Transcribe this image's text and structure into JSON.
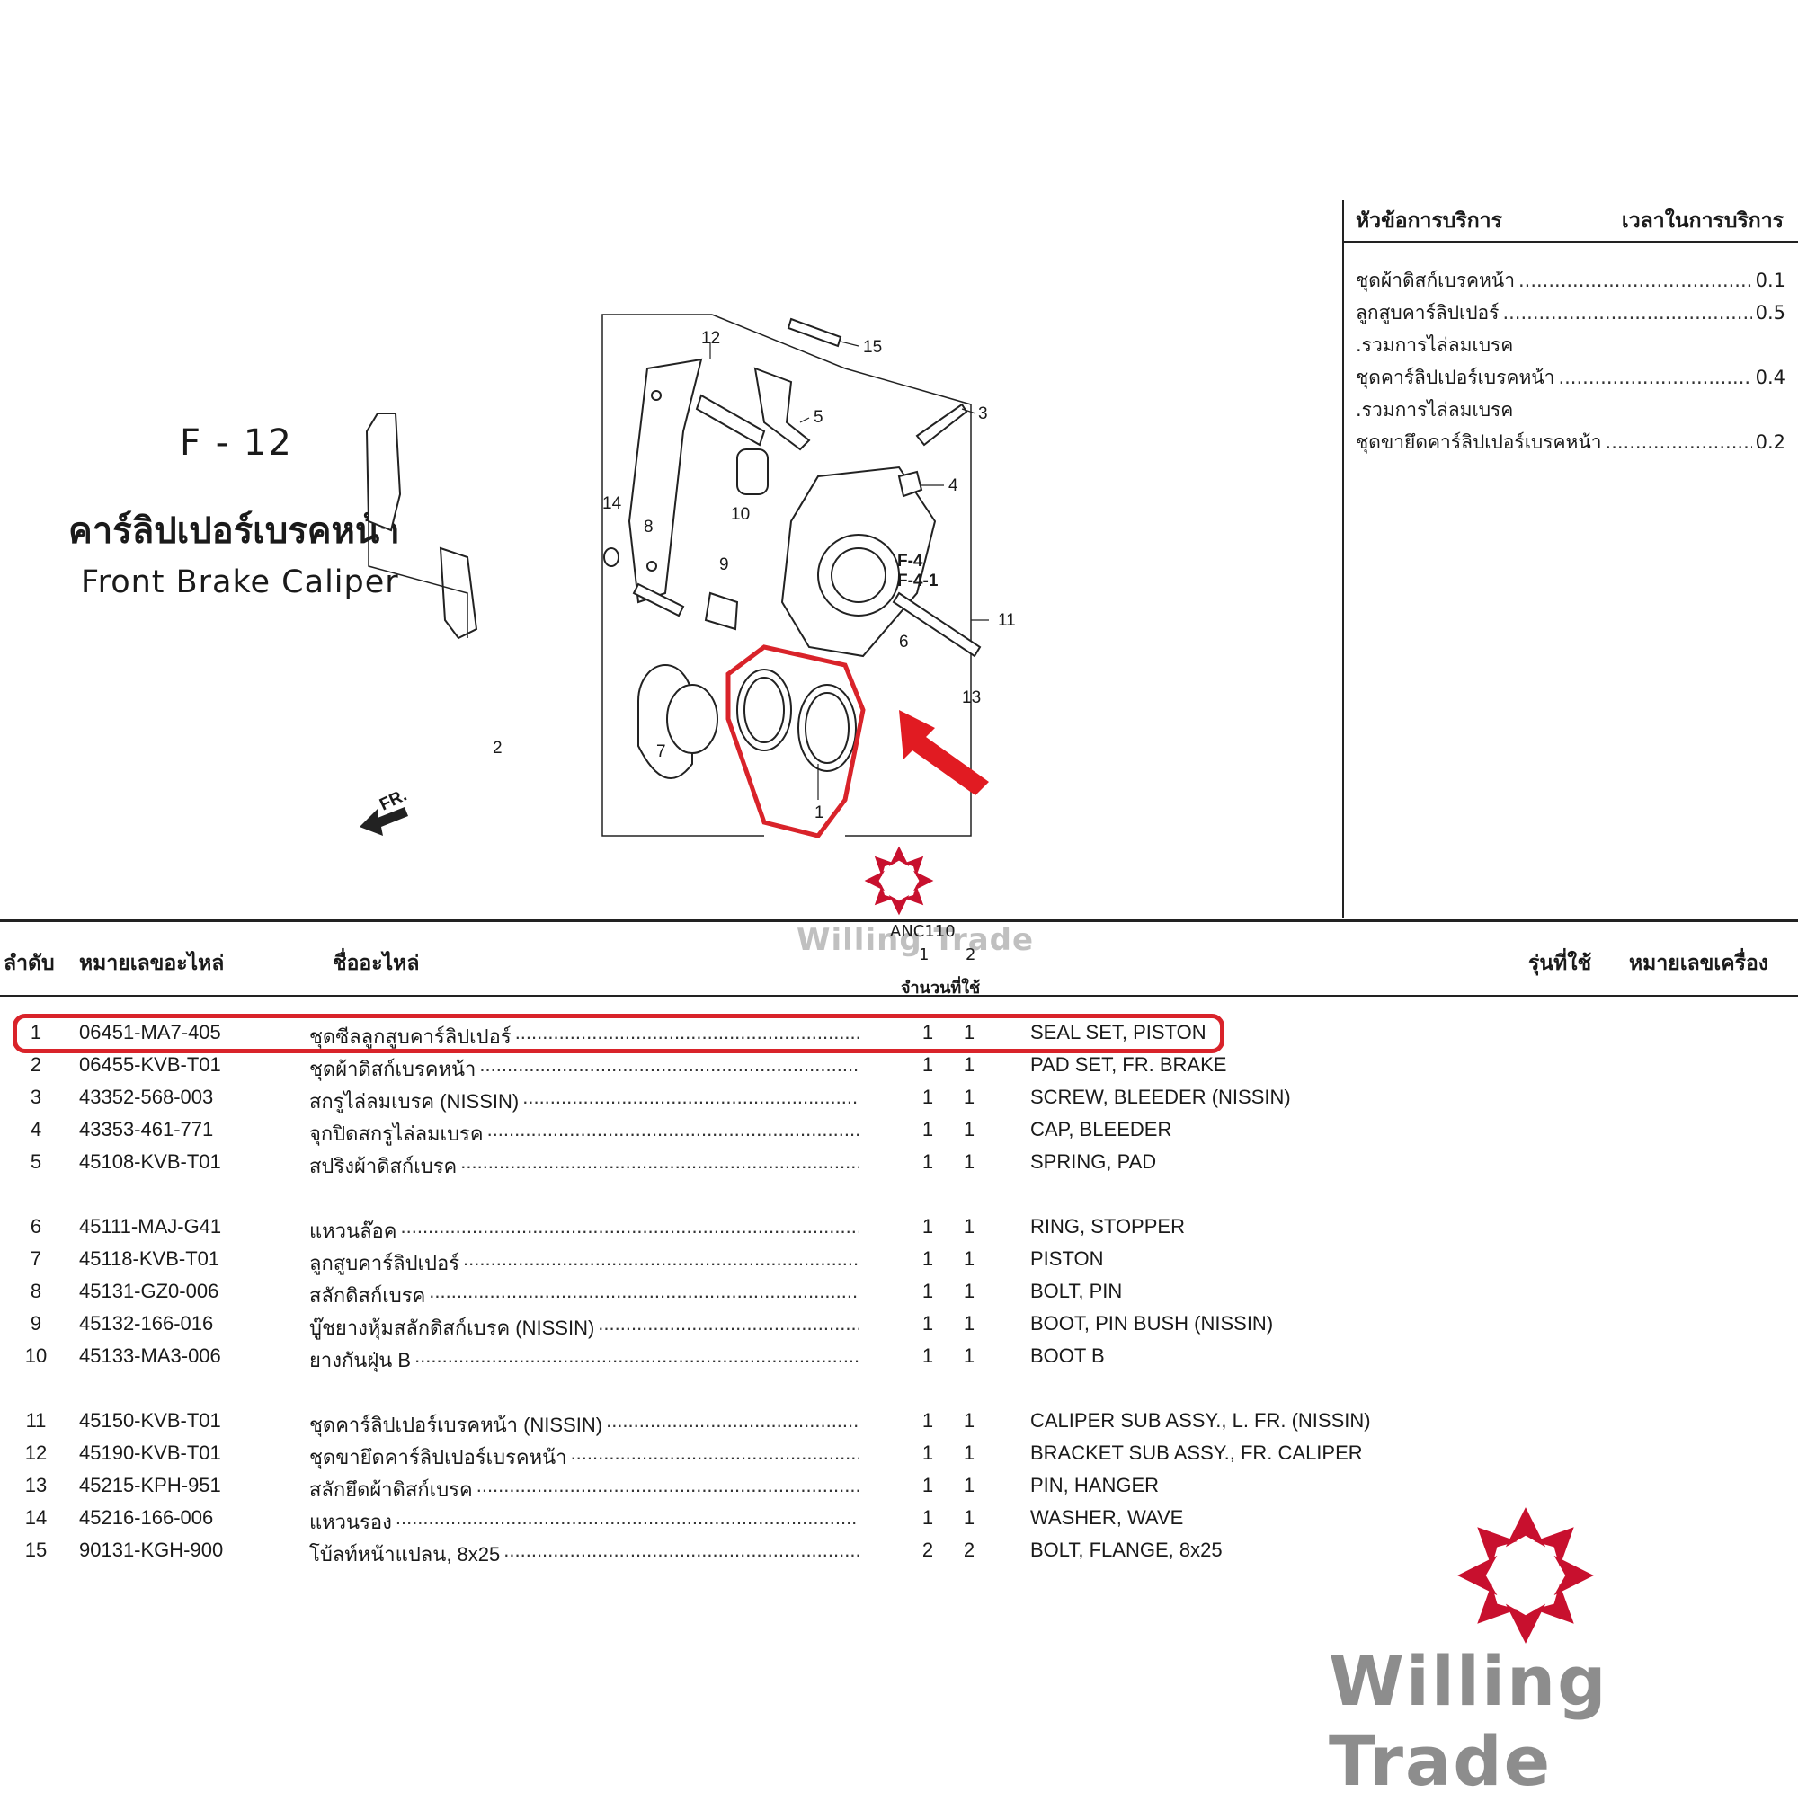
{
  "title": {
    "section_code": "F - 12",
    "name_th": "คาร์ลิปเปอร์เบรคหน้า",
    "name_en": "Front Brake Caliper"
  },
  "diagram": {
    "labels": [
      "1",
      "2",
      "3",
      "4",
      "5",
      "6",
      "7",
      "8",
      "9",
      "10",
      "11",
      "12",
      "13",
      "14",
      "15"
    ],
    "refs": [
      "F-4",
      "F-4-1"
    ],
    "direction": "FR."
  },
  "service": {
    "header_left": "หัวข้อการบริการ",
    "header_right": "เวลาในการบริการ",
    "items": [
      {
        "name": "ชุดผ้าดิสก์เบรคหน้า",
        "time": "0.1"
      },
      {
        "name": "ลูกสูบคาร์ลิปเปอร์",
        "time": "0.5"
      },
      {
        "name": ".รวมการไล่ลมเบรค",
        "time": ""
      },
      {
        "name": "ชุดคาร์ลิปเปอร์เบรคหน้า",
        "time": "0.4"
      },
      {
        "name": ".รวมการไล่ลมเบรค",
        "time": ""
      },
      {
        "name": "ชุดขายึดคาร์ลิปเปอร์เบรคหน้า",
        "time": "0.2"
      }
    ]
  },
  "table": {
    "headers": {
      "no": "ลำดับ",
      "part_no": "หมายเลขอะไหล่",
      "part_name": "ชื่ออะไหล่",
      "model_name": "ANC110",
      "col1": "1",
      "col2": "2",
      "qty": "จำนวนที่ใช้",
      "model": "รุ่นที่ใช้",
      "frame": "หมายเลขเครื่อง"
    },
    "rows": [
      {
        "no": "1",
        "part": "06451-MA7-405",
        "name_th": "ชุดซีลลูกสูบคาร์ลิปเปอร์",
        "q1": "1",
        "q2": "1",
        "name_en": "SEAL SET, PISTON"
      },
      {
        "no": "2",
        "part": "06455-KVB-T01",
        "name_th": "ชุดผ้าดิสก์เบรคหน้า",
        "q1": "1",
        "q2": "1",
        "name_en": "PAD SET, FR. BRAKE"
      },
      {
        "no": "3",
        "part": "43352-568-003",
        "name_th": "สกรูไล่ลมเบรค (NISSIN)",
        "q1": "1",
        "q2": "1",
        "name_en": "SCREW, BLEEDER (NISSIN)"
      },
      {
        "no": "4",
        "part": "43353-461-771",
        "name_th": "จุกปิดสกรูไล่ลมเบรค",
        "q1": "1",
        "q2": "1",
        "name_en": "CAP, BLEEDER"
      },
      {
        "no": "5",
        "part": "45108-KVB-T01",
        "name_th": "สปริงผ้าดิสก์เบรค",
        "q1": "1",
        "q2": "1",
        "name_en": "SPRING, PAD"
      },
      {
        "no": "6",
        "part": "45111-MAJ-G41",
        "name_th": "แหวนล๊อค",
        "q1": "1",
        "q2": "1",
        "name_en": "RING, STOPPER"
      },
      {
        "no": "7",
        "part": "45118-KVB-T01",
        "name_th": "ลูกสูบคาร์ลิปเปอร์",
        "q1": "1",
        "q2": "1",
        "name_en": "PISTON"
      },
      {
        "no": "8",
        "part": "45131-GZ0-006",
        "name_th": "สลักดิสก์เบรค",
        "q1": "1",
        "q2": "1",
        "name_en": "BOLT, PIN"
      },
      {
        "no": "9",
        "part": "45132-166-016",
        "name_th": "บู๊ชยางหุ้มสลักดิสก์เบรค (NISSIN)",
        "q1": "1",
        "q2": "1",
        "name_en": "BOOT, PIN BUSH (NISSIN)"
      },
      {
        "no": "10",
        "part": "45133-MA3-006",
        "name_th": "ยางกันฝุ่น B",
        "q1": "1",
        "q2": "1",
        "name_en": "BOOT B"
      },
      {
        "no": "11",
        "part": "45150-KVB-T01",
        "name_th": "ชุดคาร์ลิปเปอร์เบรคหน้า (NISSIN)",
        "q1": "1",
        "q2": "1",
        "name_en": "CALIPER SUB ASSY., L. FR. (NISSIN)"
      },
      {
        "no": "12",
        "part": "45190-KVB-T01",
        "name_th": "ชุดขายึดคาร์ลิปเปอร์เบรคหน้า",
        "q1": "1",
        "q2": "1",
        "name_en": "BRACKET SUB ASSY., FR. CALIPER"
      },
      {
        "no": "13",
        "part": "45215-KPH-951",
        "name_th": "สลักยึดผ้าดิสก์เบรค",
        "q1": "1",
        "q2": "1",
        "name_en": "PIN, HANGER"
      },
      {
        "no": "14",
        "part": "45216-166-006",
        "name_th": "แหวนรอง",
        "q1": "1",
        "q2": "1",
        "name_en": "WASHER, WAVE"
      },
      {
        "no": "15",
        "part": "90131-KGH-900",
        "name_th": "โบ้ลท์หน้าแปลน, 8x25",
        "q1": "2",
        "q2": "2",
        "name_en": "BOLT, FLANGE, 8x25"
      }
    ]
  },
  "watermark": {
    "text_small": "Willing Trade",
    "logo_text": "Willing Trade"
  },
  "colors": {
    "highlight": "#d9232a",
    "logo_red": "#c8102e",
    "logo_gray": "#8d8d8d"
  }
}
